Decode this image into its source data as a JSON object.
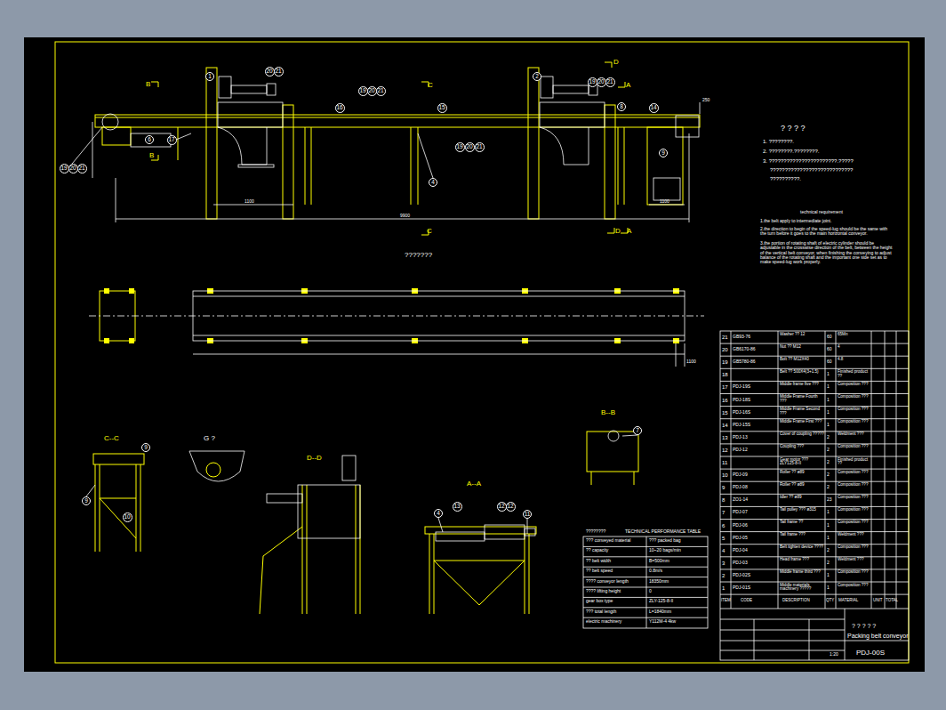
{
  "diagram": {
    "nodes": [
      {
        "text": [
          "1"
        ]
      },
      {
        "text": [
          "20"
        ]
      },
      {
        "text": [
          "21"
        ]
      },
      {
        "text": [
          "19"
        ]
      },
      {
        "text": [
          "20"
        ]
      },
      {
        "text": [
          "21"
        ]
      },
      {
        "text": [
          "16"
        ]
      },
      {
        "text": [
          "15"
        ]
      },
      {
        "text": [
          "6"
        ]
      },
      {
        "text": [
          "17"
        ]
      },
      {
        "text": [
          "19"
        ]
      },
      {
        "text": [
          "20"
        ]
      },
      {
        "text": [
          "21"
        ]
      },
      {
        "text": [
          "4"
        ]
      },
      {
        "text": [
          "19"
        ]
      },
      {
        "text": [
          "20"
        ]
      },
      {
        "text": [
          "21"
        ]
      },
      {
        "text": [
          "2"
        ]
      },
      {
        "text": [
          "19"
        ]
      },
      {
        "text": [
          "20"
        ]
      },
      {
        "text": [
          "21"
        ]
      },
      {
        "text": [
          "8"
        ]
      },
      {
        "text": [
          "14"
        ]
      },
      {
        "text": [
          "9"
        ]
      },
      {
        "text": [
          "9"
        ]
      },
      {
        "text": [
          "9"
        ]
      },
      {
        "text": [
          "10"
        ]
      },
      {
        "text": [
          "7"
        ]
      },
      {
        "text": [
          "4"
        ]
      },
      {
        "text": [
          "13"
        ]
      },
      {
        "text": [
          "12"
        ]
      },
      {
        "text": [
          "12"
        ]
      },
      {
        "text": [
          "11"
        ]
      }
    ],
    "labels": [
      "B",
      "B",
      "C",
      "C",
      "D",
      "A",
      "D",
      "A",
      "9900",
      "1100",
      "1100",
      "250",
      "???????",
      "1100",
      "? ? ? ?",
      "1. ????????.",
      "2. ????????.????????.",
      "3. ???????????????????????.?????",
      "????????????????????????????",
      "??????????.",
      "technical requirement",
      "1.the belt apply to intermediate joint.",
      "2.the direction to begin of the speed-lug should be the same with the turn before it goes to the main horizontal conveyor.",
      "3.the portion of rotating shaft of electric cylinder should be adjustable in the crosswise direction of the belt, between the height of the vertical belt conveyor, when finishing the conveying to adjust balance of the rotating shaft and the important one side set as to make speed-lug work properly.",
      "C--C",
      "G ?",
      "D--D",
      "A--A",
      "B--B",
      "????????",
      "TECHNICAL PERFORMANCE TABLE",
      "??? conveyed material",
      "??? packed bag",
      "?? capacity",
      "10~20 bags/min",
      "?? belt width",
      "B=500mm",
      "?? belt speed",
      "0.8m/s",
      "???? conveyor length",
      "18350mm",
      "???? lifting height",
      "0",
      "gear box type",
      "ZLY-125-8-II",
      "??? total length",
      "L=1840mm",
      "electric machinery",
      "Y112M-4 4kw",
      "21",
      "GB93-76",
      "Washer ?? 12",
      "60",
      "65Mn",
      "20",
      "GB6170-86",
      "Nut ?? M12",
      "60",
      "4",
      "19",
      "GB5780-86",
      "Bolt ?? M12X40",
      "60",
      "4.8",
      "18",
      "Belt ?? 500X4(3+1.5)",
      "1",
      "Finished product ??",
      "17",
      "PDJ-19S",
      "Middle frame five ???",
      "1",
      "Composition ???",
      "16",
      "PDJ-18S",
      "Middle Frame Fourth ???",
      "1",
      "Composition ???",
      "15",
      "PDJ-16S",
      "Middle Frame Second ???",
      "1",
      "Composition ???",
      "14",
      "PDJ-15S",
      "Middle Frame First ???",
      "1",
      "Composition ???",
      "13",
      "PDJ-13",
      "Cover of coupling ?????",
      "2",
      "Weldment ???",
      "12",
      "PDJ-12",
      "Coupling ???",
      "2",
      "Composition ???",
      "11",
      "Gear motor ??? ZLY125-8-II",
      "2",
      "Finished product ??",
      "10",
      "PDJ-09",
      "Roller ?? ø89",
      "2",
      "Composition ???",
      "9",
      "PDJ-08",
      "Roller ?? ø89",
      "2",
      "Composition ???",
      "8",
      "ZO1-14",
      "Idler ?? ø89",
      "23",
      "Composition ???",
      "7",
      "PDJ-07",
      "Tail pulley ??? ø315",
      "1",
      "Composition ???",
      "6",
      "PDJ-06",
      "Tail frame ??",
      "1",
      "Composition ???",
      "5",
      "PDJ-05",
      "Tail frame ???",
      "1",
      "Weldment ???",
      "4",
      "PDJ-04",
      "Belt tighten device ????",
      "2",
      "Composition ???",
      "3",
      "PDJ-03",
      "Head frame ???",
      "2",
      "Weldment ???",
      "2",
      "PDJ-02S",
      "Middle frame third ???",
      "1",
      "Composition ???",
      "1",
      "PDJ-01S",
      "Middle materials machinery ?????",
      "1",
      "Composition ???",
      "ITEM",
      "CODE",
      "DESCRIPTION",
      "QTY",
      "MATERIAL",
      "UNIT",
      "TOTAL",
      "? ? ? ? ?",
      "Packing belt conveyor",
      "1:20",
      "PDJ-00S"
    ]
  }
}
